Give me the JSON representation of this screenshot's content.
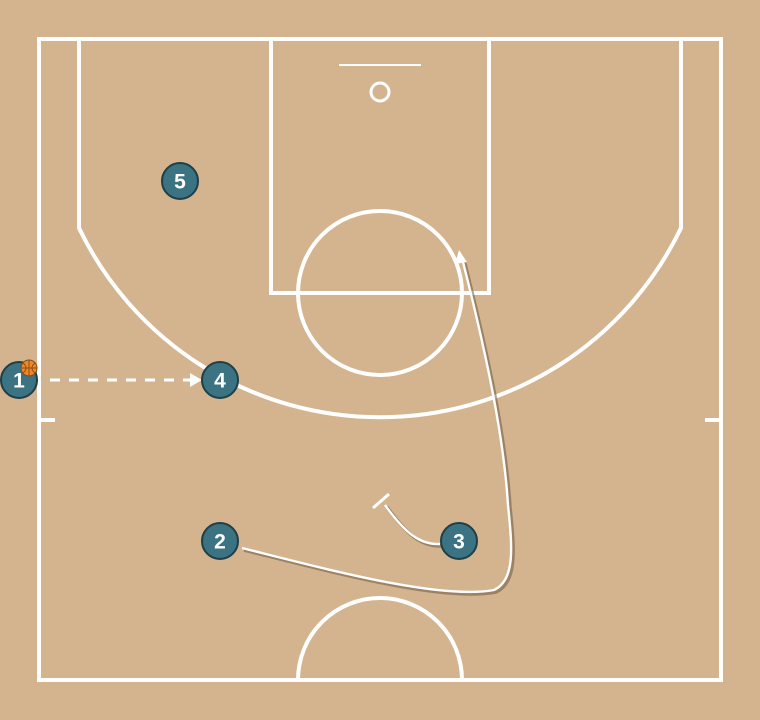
{
  "colors": {
    "court": "#d4b48e",
    "lines": "#ffffff",
    "player_fill": "#3b7383",
    "ball": "#e8892b"
  },
  "players": [
    {
      "id": "p1",
      "label": "1",
      "has_ball": true
    },
    {
      "id": "p2",
      "label": "2",
      "has_ball": false
    },
    {
      "id": "p3",
      "label": "3",
      "has_ball": false
    },
    {
      "id": "p4",
      "label": "4",
      "has_ball": false
    },
    {
      "id": "p5",
      "label": "5",
      "has_ball": false
    }
  ],
  "actions": [
    {
      "type": "pass",
      "from": "1",
      "to": "4"
    },
    {
      "type": "cut",
      "player": "2"
    },
    {
      "type": "screen",
      "player": "3"
    }
  ]
}
